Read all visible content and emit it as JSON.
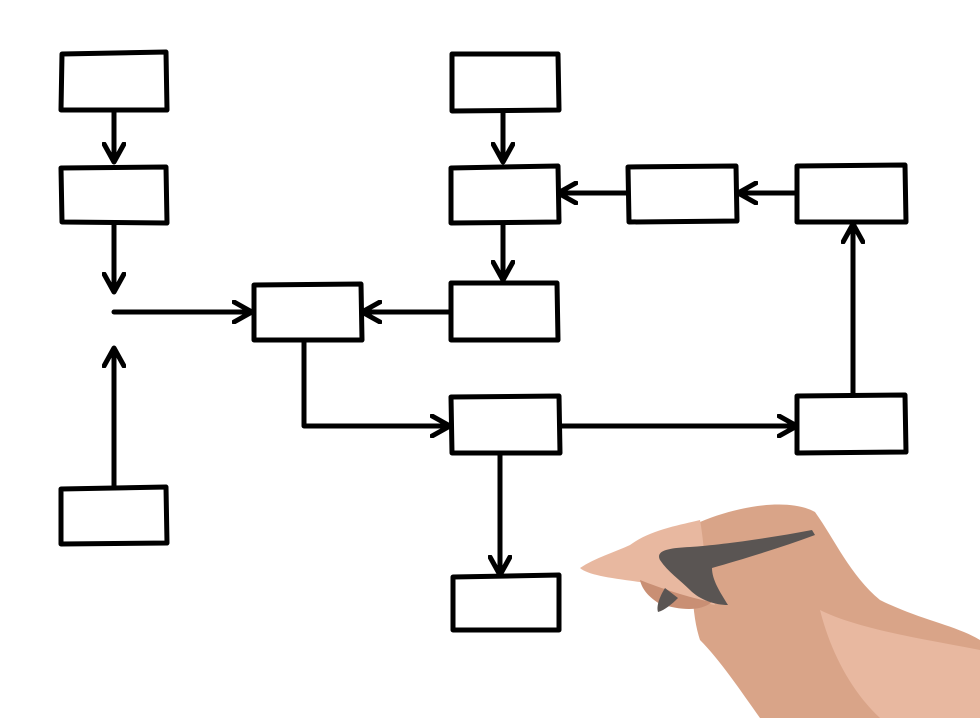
{
  "diagram": {
    "type": "flowchart",
    "node_labels": [],
    "nodes": [
      "n1",
      "n2",
      "n3",
      "n4",
      "n5",
      "n6",
      "n7",
      "n8",
      "n9",
      "n10",
      "n11",
      "n12"
    ],
    "edges": [
      {
        "from": "n1",
        "to": "n2"
      },
      {
        "from": "n2",
        "to": "n4"
      },
      {
        "from": "n3",
        "to": "n4"
      },
      {
        "from": "n5",
        "to": "n6"
      },
      {
        "from": "n8",
        "to": "n7"
      },
      {
        "from": "n7",
        "to": "n6"
      },
      {
        "from": "n6",
        "to": "n9"
      },
      {
        "from": "n9",
        "to": "n4"
      },
      {
        "from": "n4",
        "to": "n10"
      },
      {
        "from": "n10",
        "to": "n11"
      },
      {
        "from": "n11",
        "to": "n8"
      },
      {
        "from": "n10",
        "to": "n12"
      }
    ]
  },
  "colors": {
    "stroke": "#000000",
    "background": "#ffffff",
    "skin_light": "#e8b8a0",
    "skin_mid": "#d9a488",
    "skin_shadow": "#c98f74",
    "marker": "#5a5553"
  }
}
